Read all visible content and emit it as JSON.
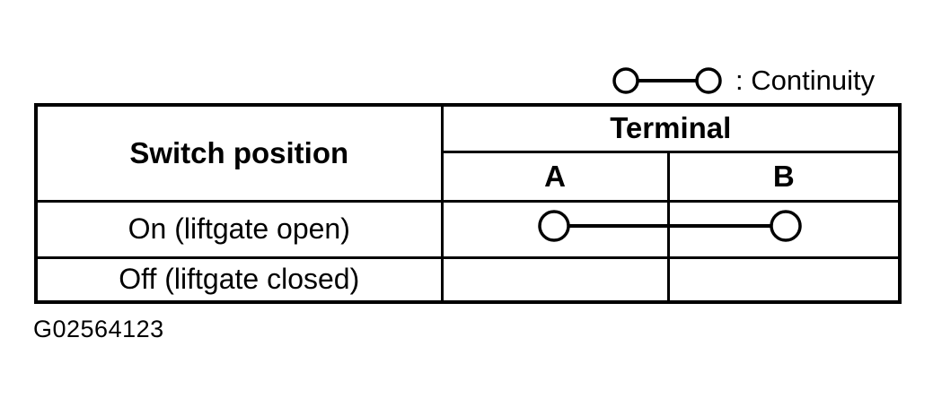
{
  "page": {
    "background": "#ffffff",
    "ink": "#000000"
  },
  "legend": {
    "symbol": "continuity-symbol",
    "label": ": Continuity"
  },
  "table": {
    "columns": {
      "switch_position": "Switch position",
      "terminal_group": "Terminal",
      "terminal_a": "A",
      "terminal_b": "B"
    },
    "rows": [
      {
        "switch_position": "On (liftgate open)",
        "continuity_between": [
          "A",
          "B"
        ]
      },
      {
        "switch_position": "Off (liftgate closed)",
        "continuity_between": []
      }
    ]
  },
  "figure_id": "G02564123"
}
